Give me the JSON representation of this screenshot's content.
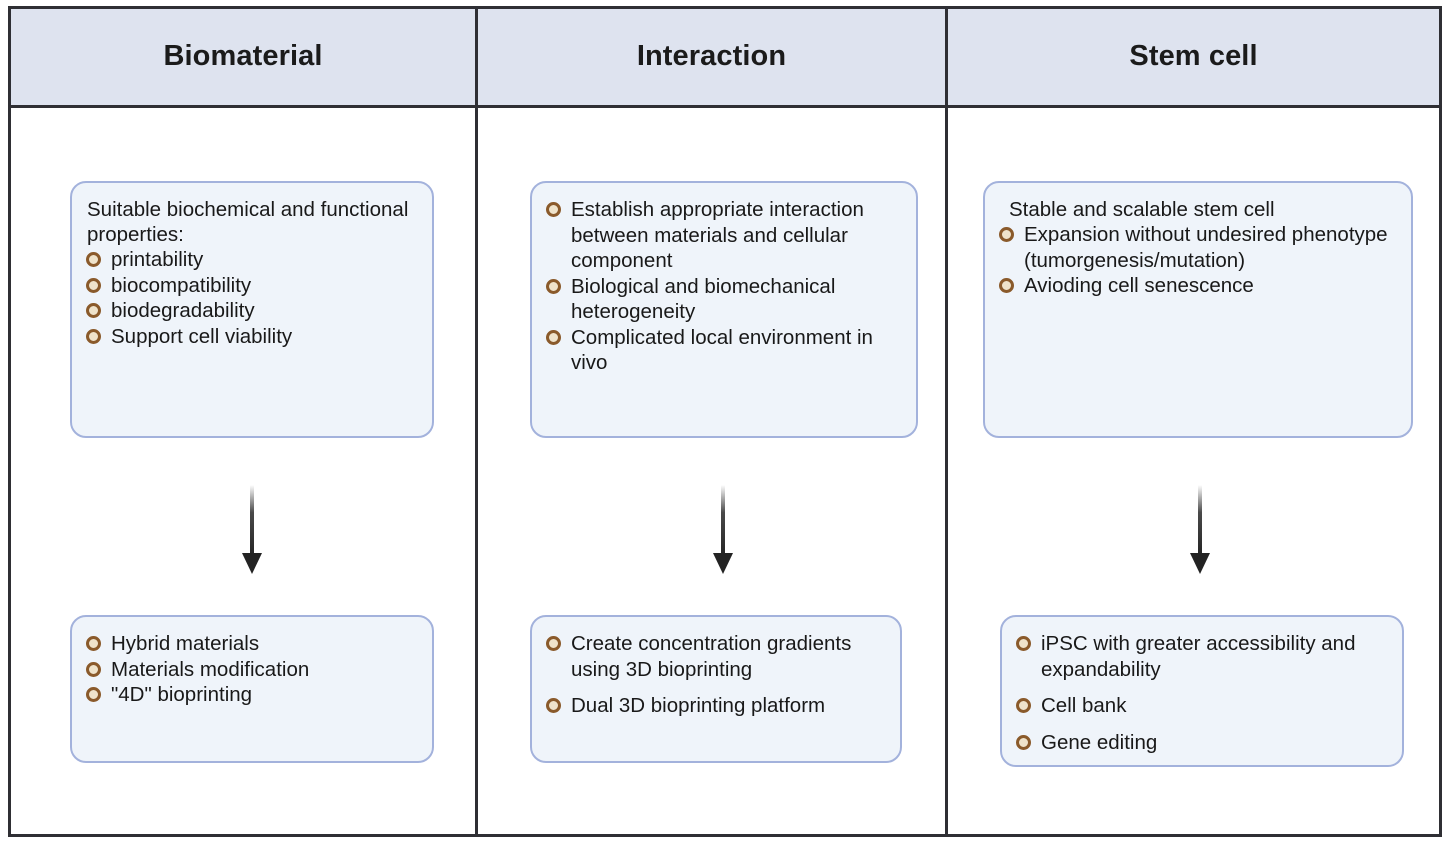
{
  "figure": {
    "type": "three-column-flow-diagram",
    "columns": [
      {
        "header": "Biomaterial",
        "top_card": {
          "lead": "Suitable biochemical and functional properties:",
          "lead_indent": false,
          "items": [
            "printability",
            "biocompatibility",
            "biodegradability",
            "Support cell viability"
          ]
        },
        "arrow": "down-arrow",
        "bottom_card": {
          "items": [
            "Hybrid materials",
            "Materials modification",
            "\"4D\" bioprinting"
          ]
        }
      },
      {
        "header": "Interaction",
        "top_card": {
          "lead": "",
          "lead_indent": false,
          "items": [
            "Establish appropriate interaction between materials and cellular component",
            "Biological and biomechanical heterogeneity",
            "Complicated local environment in vivo"
          ]
        },
        "arrow": "down-arrow",
        "bottom_card": {
          "items": [
            "Create concentration gradients using 3D bioprinting",
            "Dual 3D bioprinting platform"
          ]
        }
      },
      {
        "header": "Stem cell",
        "top_card": {
          "lead": "Stable and scalable stem cell",
          "lead_indent": true,
          "items": [
            "Expansion without undesired phenotype (tumorgenesis/mutation)",
            "Avioding cell senescence"
          ]
        },
        "arrow": "down-arrow",
        "bottom_card": {
          "items": [
            "iPSC with greater accessibility and expandability",
            "Cell bank",
            "Gene editing"
          ]
        }
      }
    ]
  },
  "colors": {
    "header_fill": "#dee3ef",
    "grid_line": "#2f2f34",
    "card_fill": "#eff4fa",
    "card_border": "#a3b2dc",
    "bullet_ring": "#8a5a2b",
    "bullet_fill": "#efe3cb",
    "arrow": "#2b2b2b",
    "text": "#191919",
    "page_background": "#ffffff"
  }
}
